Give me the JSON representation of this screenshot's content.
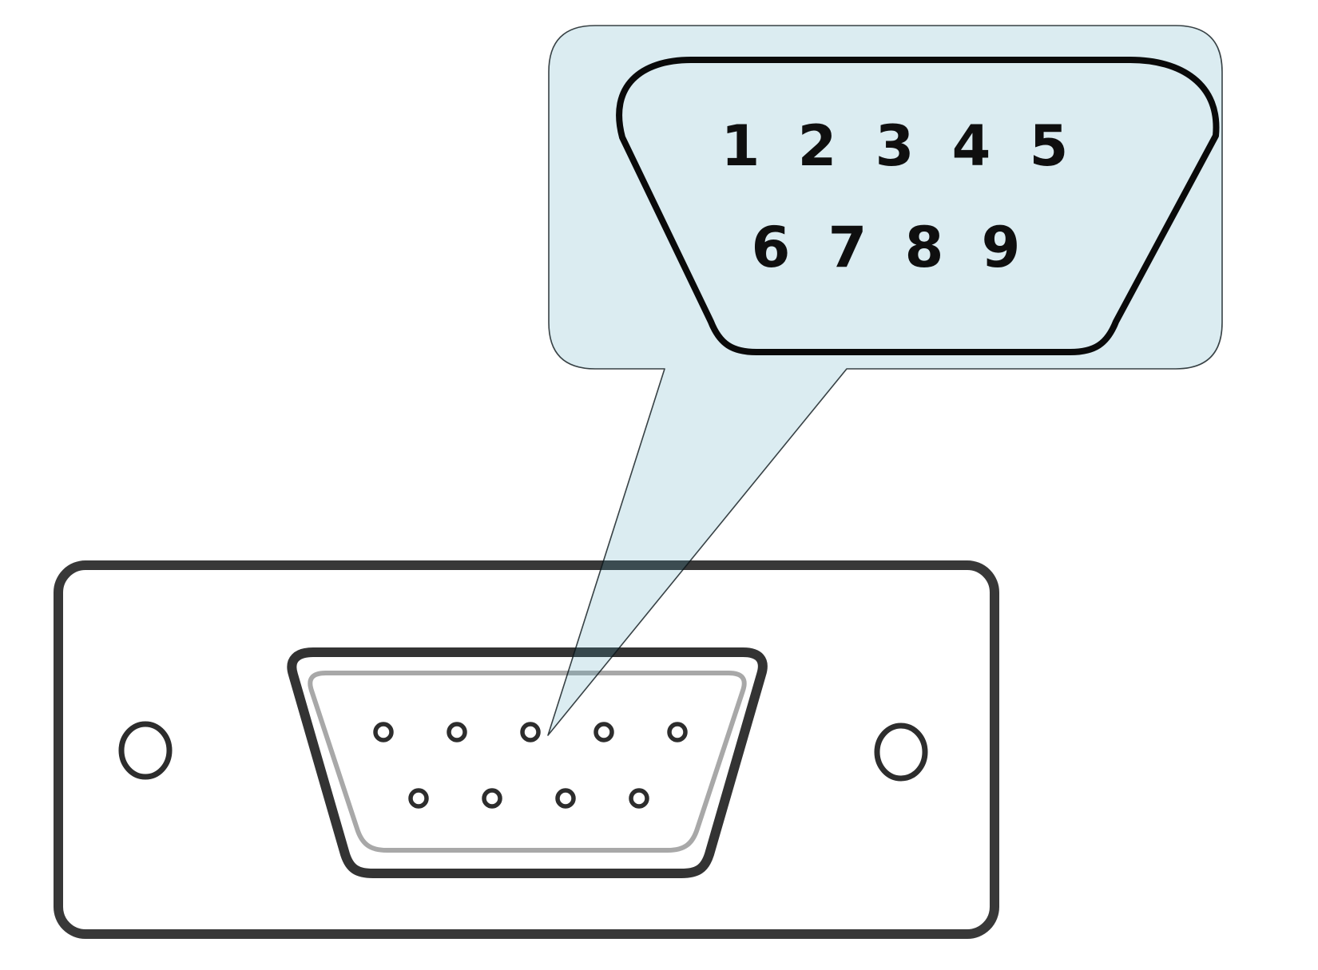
{
  "diagram": {
    "callout": {
      "pin_labels_top": [
        "1",
        "2",
        "3",
        "4",
        "5"
      ],
      "pin_labels_bottom": [
        "6",
        "7",
        "8",
        "9"
      ]
    },
    "colors": {
      "bubble_fill": "rgba(76,160,186,0.2)",
      "plate_outline": "#383838",
      "connector_outline": "#333333",
      "bezel_gray": "#a8a8a8",
      "dsub_outline": "#0a0a0a",
      "label_color": "#0f0f0f"
    }
  }
}
